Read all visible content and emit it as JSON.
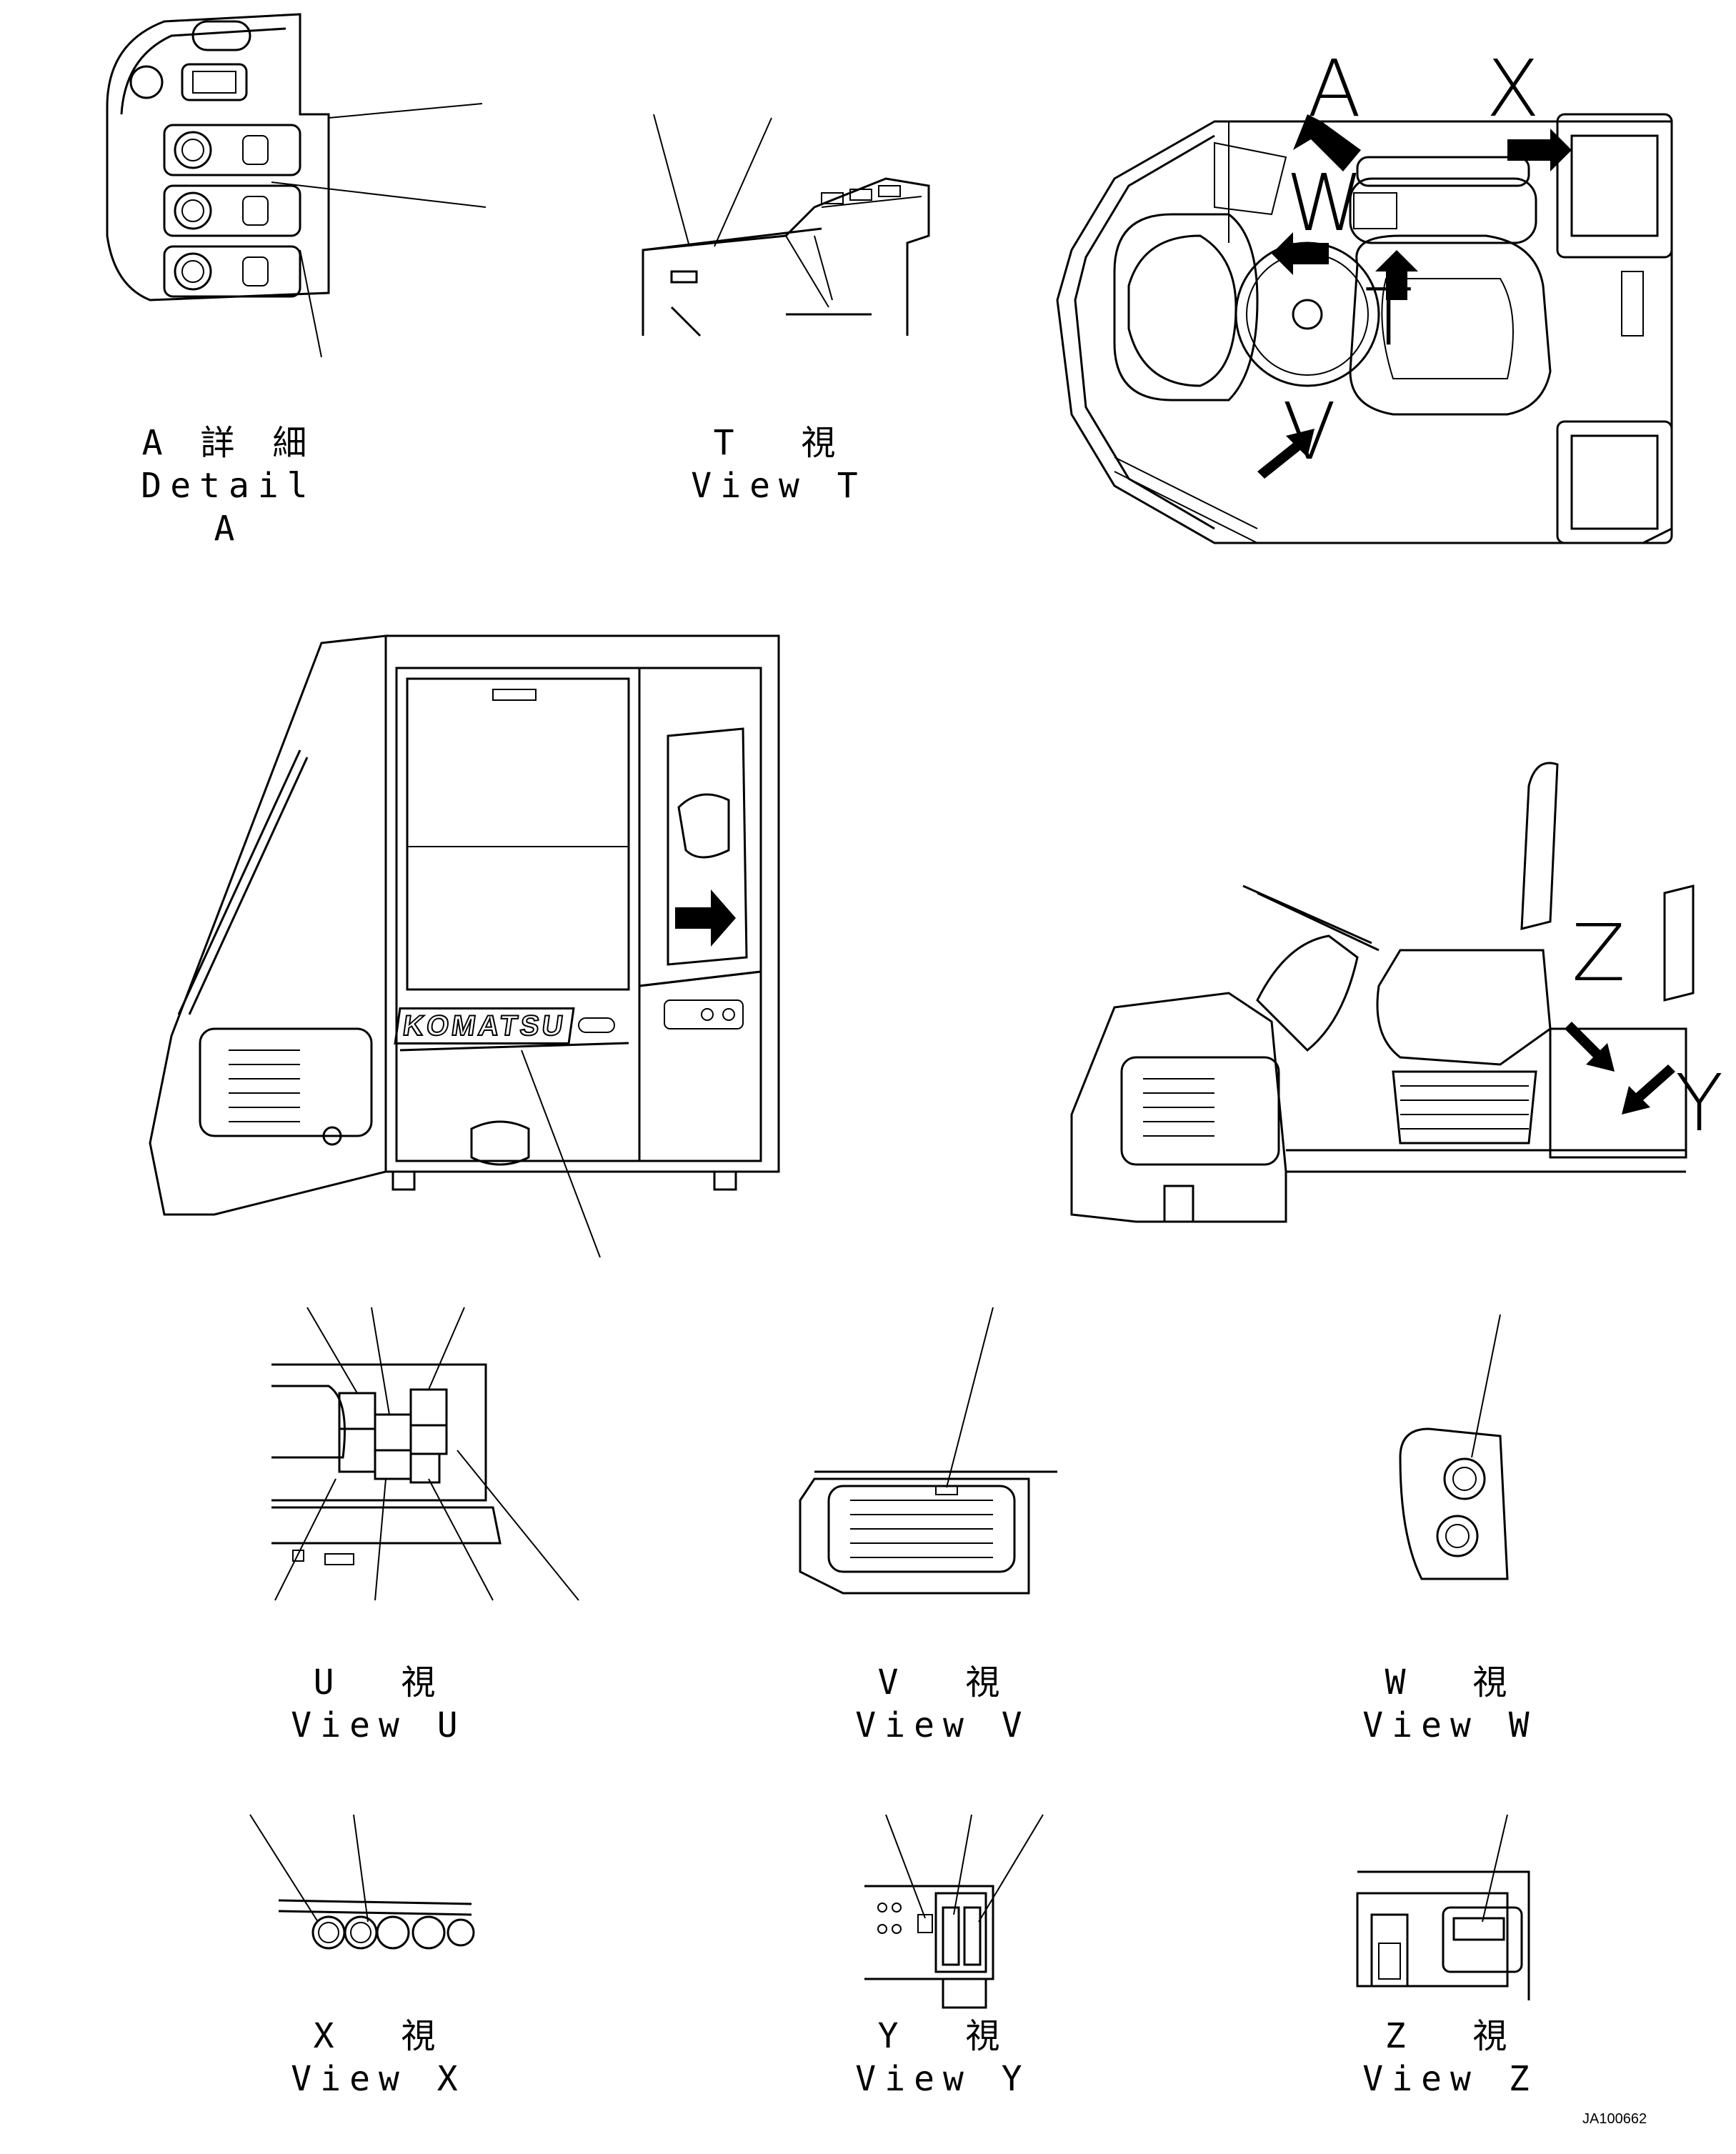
{
  "captions": {
    "detail_a": {
      "jp": "A 詳 細",
      "en": "Detail A"
    },
    "view_t": {
      "jp": "T  視",
      "en": "View T"
    },
    "view_u": {
      "jp": "U  視",
      "en": "View U"
    },
    "view_v": {
      "jp": "V  視",
      "en": "View V"
    },
    "view_w": {
      "jp": "W  視",
      "en": "View W"
    },
    "view_x": {
      "jp": "X  視",
      "en": "View X"
    },
    "view_y": {
      "jp": "Y  視",
      "en": "View Y"
    },
    "view_z": {
      "jp": "Z  視",
      "en": "View Z"
    }
  },
  "view_markers": {
    "a": "A",
    "x": "X",
    "w": "W",
    "t": "T",
    "v": "V",
    "z": "Z",
    "y": "Y"
  },
  "cab_logo": "KOMATSU",
  "drawing_code": "JA100662"
}
